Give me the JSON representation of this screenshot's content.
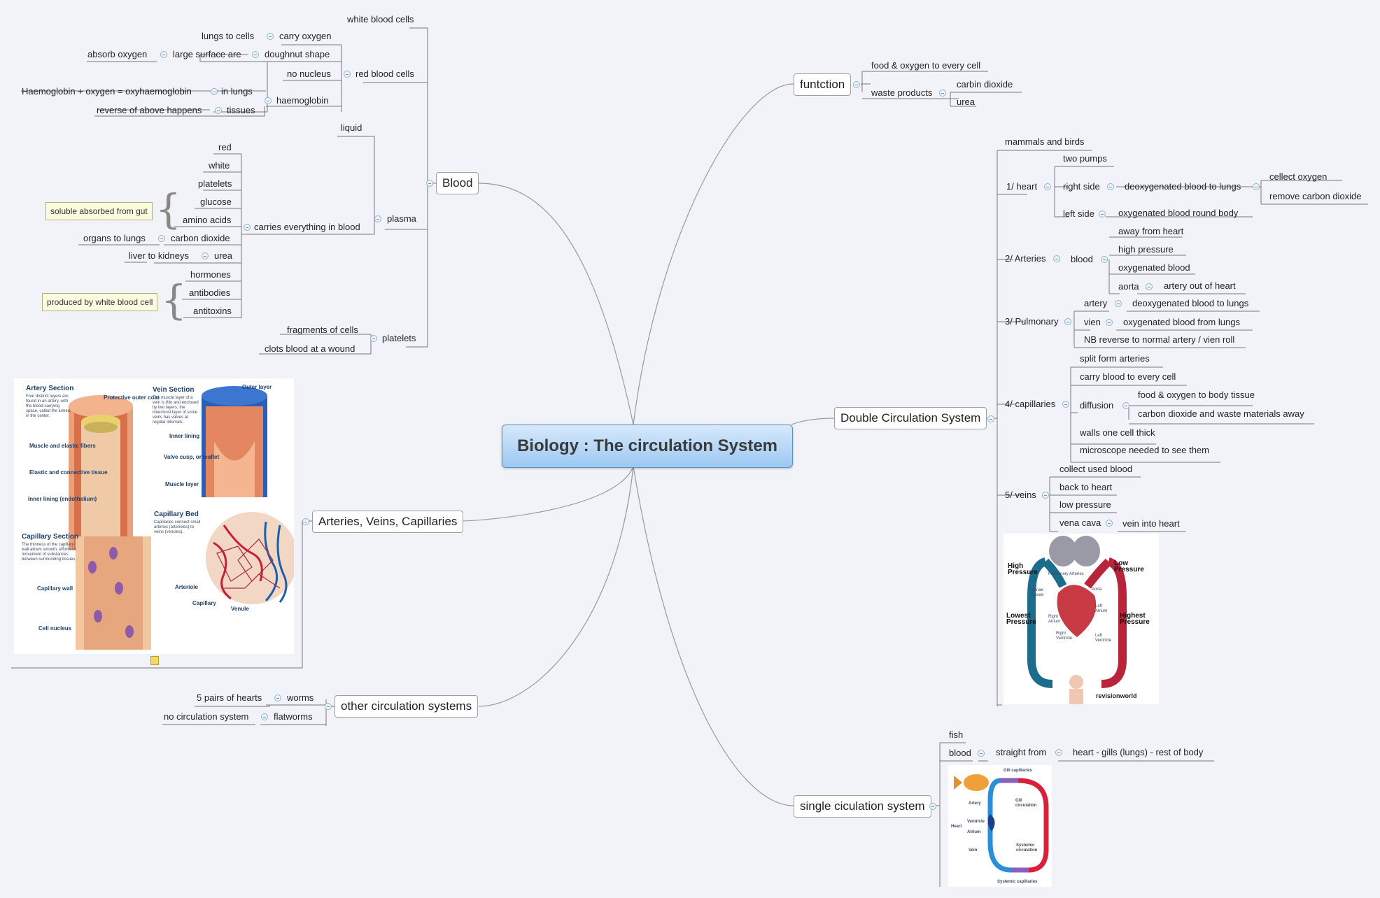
{
  "central": "Biology : The circulation System",
  "blood": {
    "title": "Blood",
    "white": "white blood cells",
    "red": {
      "title": "red blood cells",
      "carry": "carry oxygen",
      "lungs_to_cells": "lungs to cells",
      "doughnut": "doughnut shape",
      "large_surface": "large surface are",
      "absorb": "absorb oxygen",
      "no_nucleus": "no nucleus",
      "haemoglobin": "haemoglobin",
      "in_lungs": "in lungs",
      "formula": "Haemoglobin + oxygen = oxyhaemoglobin",
      "tissues": "tissues",
      "reverse": "reverse of above happens"
    },
    "plasma": {
      "title": "plasma",
      "liquid": "liquid",
      "carries": "carries everything in blood",
      "items": [
        "red",
        "white",
        "platelets",
        "glucose",
        "amino acids",
        "carbon dioxide",
        "urea",
        "hormones",
        "antibodies",
        "antitoxins"
      ],
      "organs_to_lungs": "organs to lungs",
      "liver_to_kidneys": "liver to kidneys",
      "note_gut": "soluble absorbed from gut",
      "note_white": "produced by white blood cell"
    },
    "platelets": {
      "title": "platelets",
      "fragments": "fragments of cells",
      "clots": "clots blood at a wound"
    }
  },
  "avc": {
    "title": "Arteries, Veins, Capillaries",
    "artery_title": "Artery Section",
    "artery_text": "Four distinct layers are found in an artery, with the blood-carrying space, called the lumen, in the center.",
    "artery_labels": [
      "Protective outer coat",
      "Muscle and elastic fibers",
      "Elastic and connective tissue",
      "Inner lining (endothelium)"
    ],
    "vein_title": "Vein Section",
    "vein_text": "The muscle layer of a vein is thin and enclosed by two layers; the innermost layer of some veins has valves at regular intervals.",
    "vein_labels": [
      "Outer layer",
      "Inner lining",
      "Valve cusp, or leaflet",
      "Muscle layer"
    ],
    "cap_title": "Capillary Section",
    "cap_text": "The thinness of the capillary wall allows smooth, effortless movement of substances between surrounding tissues.",
    "cap_labels": [
      "Capillary wall",
      "Cell nucleus"
    ],
    "bed_title": "Capillary Bed",
    "bed_text": "Capillaries connect small arteries (arterioles) to veins (venules).",
    "bed_labels": [
      "Arteriole",
      "Capillary",
      "Venule"
    ]
  },
  "other": {
    "title": "other circulation systems",
    "worms": "worms",
    "five_pairs": "5 pairs of hearts",
    "flatworms": "flatworms",
    "no_circ": "no circulation system"
  },
  "function": {
    "title": "funtction",
    "food": "food & oxygen to every cell",
    "waste": "waste products",
    "carbin": "carbin dioxide",
    "urea": "urea"
  },
  "double": {
    "title": "Double Circulation System",
    "mammals": "mammals and birds",
    "heart": {
      "title": "1/ heart",
      "two_pumps": "two pumps",
      "right": "right side",
      "deoxy": "deoxygenated blood to lungs",
      "collect": "cellect oxygen",
      "remove": "remove carbon dioxide",
      "left": "left side",
      "oxy_round": "oxygenated blood round body"
    },
    "arteries": {
      "title": "2/ Arteries",
      "blood": "blood",
      "items": [
        "away from heart",
        "high pressure",
        "oxygenated blood"
      ],
      "aorta": "aorta",
      "aorta_desc": "artery out of heart"
    },
    "pulmonary": {
      "title": "3/ Pulmonary",
      "artery": "artery",
      "artery_desc": "deoxygenated blood to lungs",
      "vien": "vien",
      "vien_desc": "oxygenated blood from lungs",
      "nb": "NB reverse to normal artery / vien roll"
    },
    "capillaries": {
      "title": "4/ capillaries",
      "split": "split form arteries",
      "carry": "carry blood to every cell",
      "diffusion": "diffusion",
      "food": "food & oxygen to body tissue",
      "co2": "carbon dioxide and waste materials away",
      "walls": "walls one cell thick",
      "micro": "microscope needed to see them"
    },
    "veins": {
      "title": "5/ veins",
      "items": [
        "collect used blood",
        "back to heart",
        "low pressure"
      ],
      "vena": "vena cava",
      "vena_desc": "vein into heart"
    },
    "diagram": {
      "high": "High Pressure",
      "low": "Low Pressure",
      "lowest": "Lowest Pressure",
      "highest": "Highest Pressure",
      "pulm_arteries": "Pulmonary Arteries",
      "venae": "Venae Cavae",
      "aorta": "Aorta",
      "left_atrium": "Left Atrium",
      "right_atrium": "Right Atrium",
      "right_ventricle": "Right Ventricle",
      "left_ventricle": "Left Ventricle",
      "brand": "revisionworld"
    }
  },
  "single": {
    "title": "single ciculation system",
    "fish": "fish",
    "blood": "blood",
    "straight": "straight from",
    "path": "heart - gills (lungs) - rest of body",
    "diagram": {
      "gill_cap": "Gill capillaries",
      "gill_circ": "Gill circulation",
      "artery": "Artery",
      "heart": "Heart",
      "ventricle": "Ventricle",
      "atrium": "Atrium",
      "vein": "Vein",
      "sys_circ": "Systemic circulation",
      "sys_cap": "Systemic capillaries"
    }
  },
  "colors": {
    "background": "#f2f3f8",
    "central_top": "#d6e9fb",
    "central_bottom": "#9cc8f2",
    "artery_red": "#c8203a",
    "vein_blue": "#1d5fa8"
  }
}
